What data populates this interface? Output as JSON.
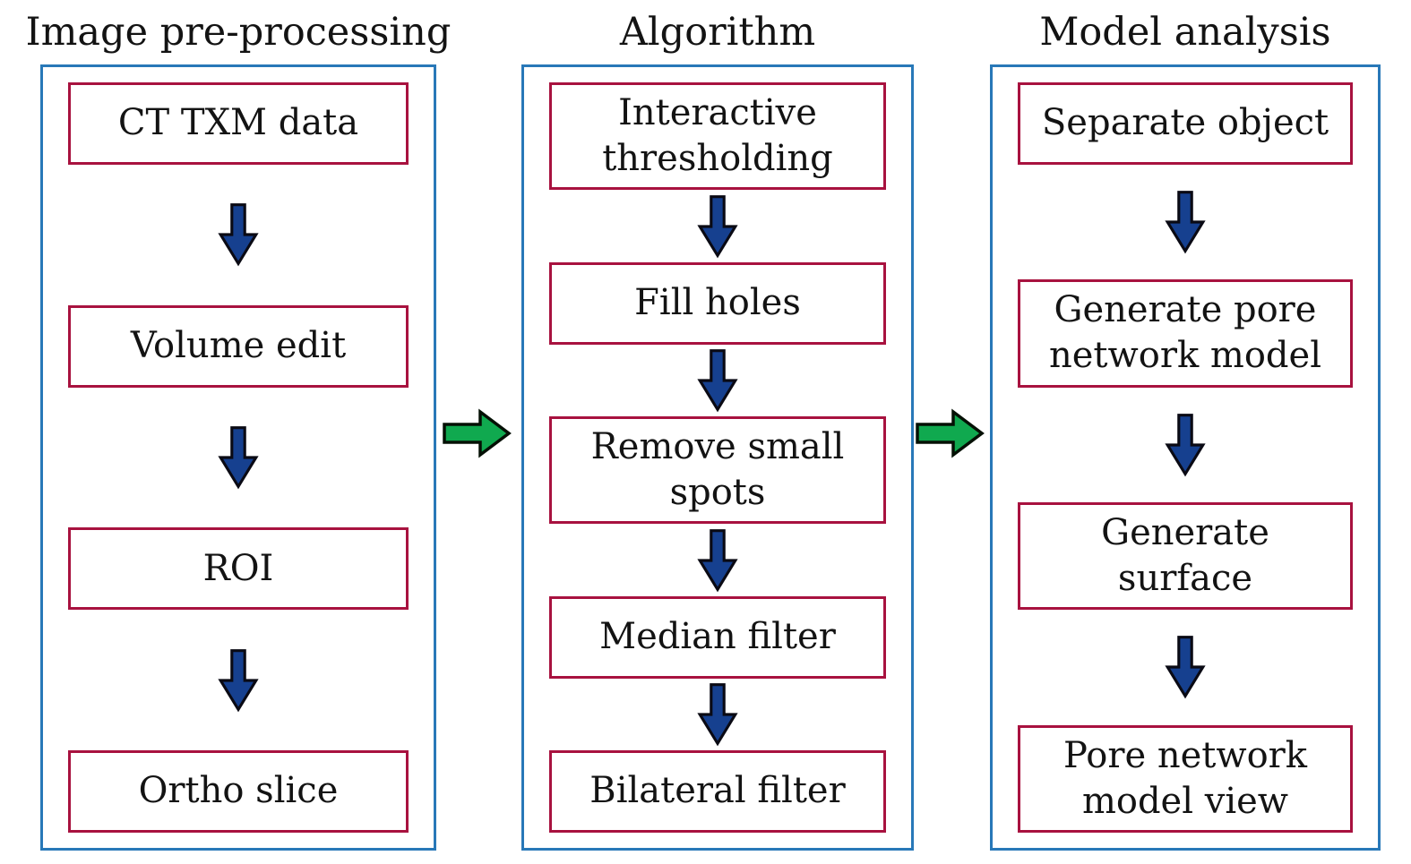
{
  "diagram": {
    "columns": [
      {
        "title": "Image pre-processing",
        "boxes": [
          "CT TXM data",
          "Volume edit",
          "ROI",
          "Ortho slice"
        ]
      },
      {
        "title": "Algorithm",
        "boxes": [
          "Interactive\nthresholding",
          "Fill holes",
          "Remove small\nspots",
          "Median filter",
          "Bilateral filter"
        ]
      },
      {
        "title": "Model analysis",
        "boxes": [
          "Separate object",
          "Generate pore\nnetwork model",
          "Generate\nsurface",
          "Pore network\nmodel view"
        ]
      }
    ],
    "colors": {
      "container_border": "#2878b8",
      "box_border": "#a8123f",
      "down_arrow_fill": "#16408f",
      "down_arrow_edge": "#0a0a14",
      "right_arrow_fill": "#10a94f",
      "right_arrow_edge": "#051005",
      "text": "#131313",
      "background": "#ffffff"
    }
  }
}
